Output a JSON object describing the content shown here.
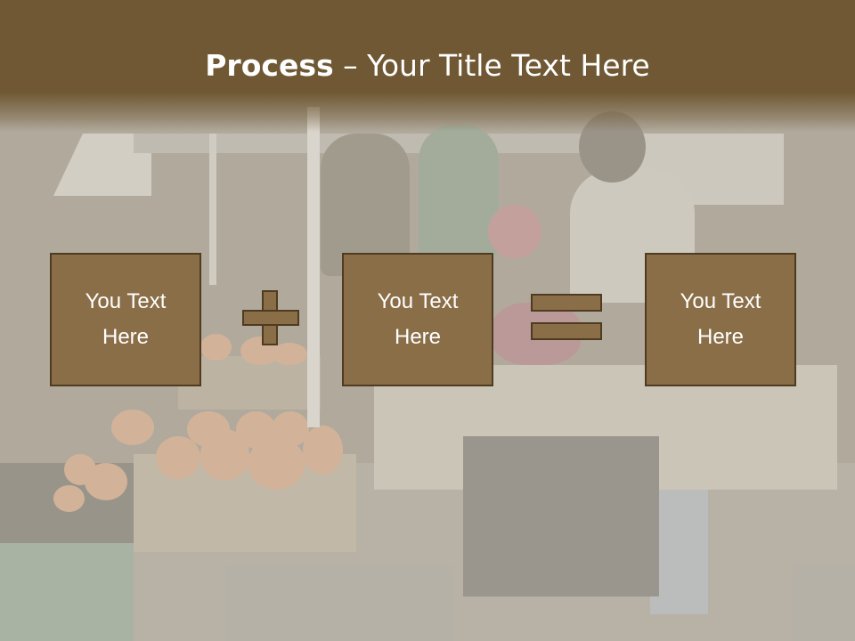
{
  "title": {
    "bold": "Process",
    "rest": " – Your Title Text Here"
  },
  "steps": [
    {
      "label": "You Text\nHere"
    },
    {
      "label": "You Text\nHere"
    },
    {
      "label": "You Text\nHere"
    }
  ],
  "operators": [
    "plus-icon",
    "equals-icon"
  ],
  "colors": {
    "title_bar": "#6f5833",
    "box_fill": "#8a6e48",
    "box_border": "#4f3b20",
    "text": "#ffffff"
  }
}
